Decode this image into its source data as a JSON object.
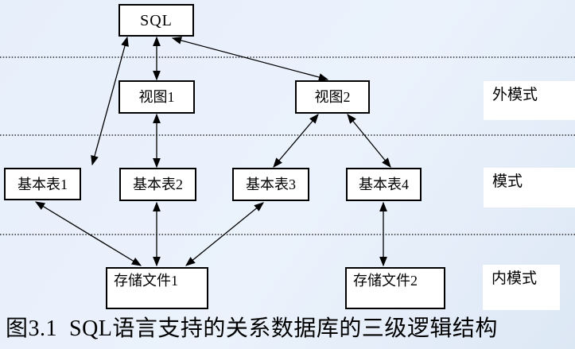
{
  "diagram": {
    "nodes": {
      "sql": {
        "label": "SQL"
      },
      "view1": {
        "label": "视图1"
      },
      "view2": {
        "label": "视图2"
      },
      "table1": {
        "label": "基本表1"
      },
      "table2": {
        "label": "基本表2"
      },
      "table3": {
        "label": "基本表3"
      },
      "table4": {
        "label": "基本表4"
      },
      "file1": {
        "label": "存储文件1"
      },
      "file2": {
        "label": "存储文件2"
      }
    },
    "layer_labels": {
      "external": "外模式",
      "conceptual": "模式",
      "internal": "内模式"
    },
    "colors": {
      "background": "#e9f0fb",
      "node_fill": "#ffffff",
      "line": "#000000"
    }
  },
  "caption": "图3.1  SQL语言支持的关系数据库的三级逻辑结构"
}
